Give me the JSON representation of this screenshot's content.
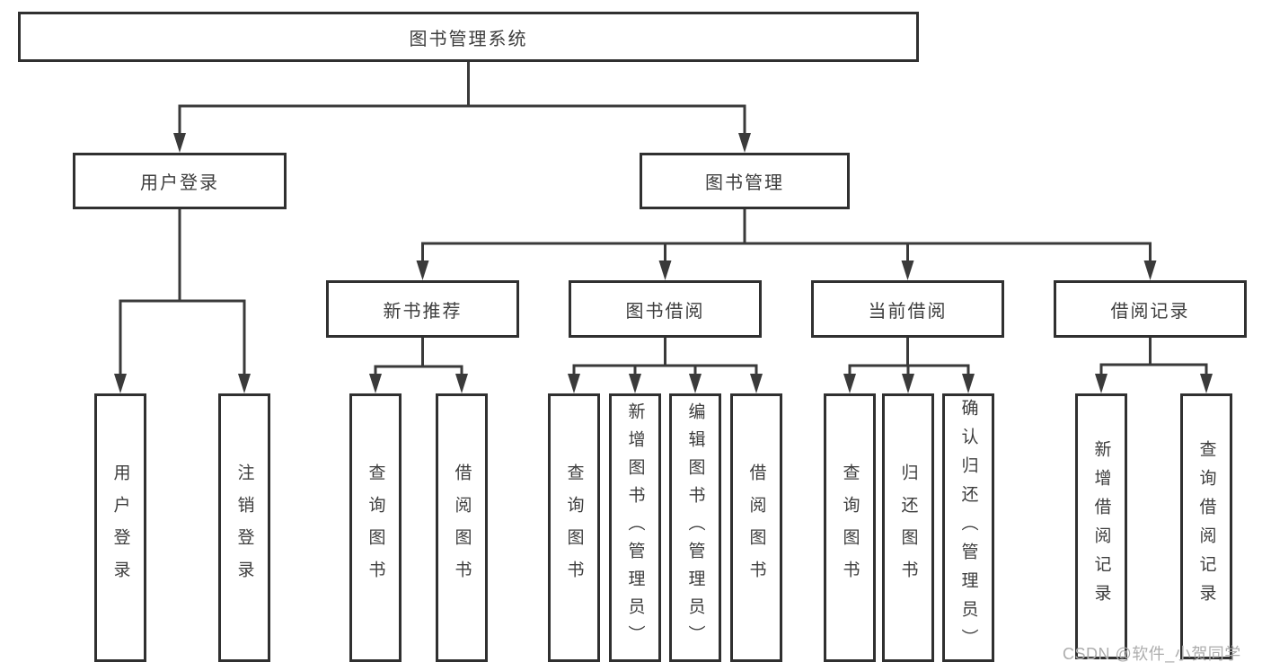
{
  "diagram": {
    "type": "tree",
    "title": "图书管理系统",
    "nodes": [
      {
        "id": "root",
        "label": "图书管理系统",
        "parent": null
      },
      {
        "id": "user-login",
        "label": "用户登录",
        "parent": "root"
      },
      {
        "id": "book-management",
        "label": "图书管理",
        "parent": "root"
      },
      {
        "id": "new-book-recommend",
        "label": "新书推荐",
        "parent": "book-management"
      },
      {
        "id": "book-borrowing",
        "label": "图书借阅",
        "parent": "book-management"
      },
      {
        "id": "current-borrowing",
        "label": "当前借阅",
        "parent": "book-management"
      },
      {
        "id": "borrowing-records",
        "label": "借阅记录",
        "parent": "book-management"
      },
      {
        "id": "user-login-leaf",
        "label": "用户登录",
        "parent": "user-login"
      },
      {
        "id": "logout",
        "label": "注销登录",
        "parent": "user-login"
      },
      {
        "id": "query-books-recommend",
        "label": "查询图书",
        "parent": "new-book-recommend"
      },
      {
        "id": "borrow-books-recommend",
        "label": "借阅图书",
        "parent": "new-book-recommend"
      },
      {
        "id": "query-books-borrowing",
        "label": "查询图书",
        "parent": "book-borrowing"
      },
      {
        "id": "add-books-admin",
        "label": "新增图书（管理员）",
        "parent": "book-borrowing"
      },
      {
        "id": "edit-books-admin",
        "label": "编辑图书（管理员）",
        "parent": "book-borrowing"
      },
      {
        "id": "borrow-books-borrowing",
        "label": "借阅图书",
        "parent": "book-borrowing"
      },
      {
        "id": "query-books-current",
        "label": "查询图书",
        "parent": "current-borrowing"
      },
      {
        "id": "return-books",
        "label": "归还图书",
        "parent": "current-borrowing"
      },
      {
        "id": "confirm-return-admin",
        "label": "确认归还（管理员）",
        "parent": "current-borrowing"
      },
      {
        "id": "add-borrow-record",
        "label": "新增借阅记录",
        "parent": "borrowing-records"
      },
      {
        "id": "query-borrow-record",
        "label": "查询借阅记录",
        "parent": "borrowing-records"
      }
    ],
    "colors": {
      "line": "#3a3a3a",
      "border": "#303030",
      "text": "#3d3d3d",
      "watermark": "#adadad",
      "background": "#ffffff"
    },
    "watermark": "CSDN @软件_小贺同学"
  }
}
